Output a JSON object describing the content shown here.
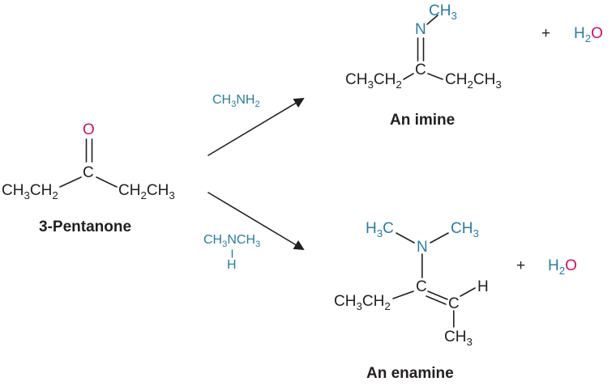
{
  "palette": {
    "teal": "#2A7E9E",
    "magenta": "#CE0F69",
    "ink": "#231F20"
  },
  "reactant": {
    "oxygen": "O",
    "carbon": "C",
    "left_group": "CH3CH2",
    "right_group": "CH2CH3",
    "name": "3-Pentanone"
  },
  "arrows": {
    "top_reagent": "CH3NH2",
    "bottom_reagent": "CH3NCH3",
    "bottom_reagent_h": "H"
  },
  "imine": {
    "methyl": "CH3",
    "nitrogen": "N",
    "carbon": "C",
    "left_group": "CH3CH2",
    "right_group": "CH2CH3",
    "caption": "An imine"
  },
  "imine_byproduct": {
    "plus": "+",
    "water_h": "H2",
    "water_o": "O"
  },
  "enamine": {
    "methyl_left": "H3C",
    "methyl_right": "CH3",
    "nitrogen": "N",
    "carbon1": "C",
    "carbon2": "C",
    "left_group": "CH3CH2",
    "hydrogen": "H",
    "methyl_bottom": "CH3",
    "caption": "An enamine"
  },
  "enamine_byproduct": {
    "plus": "+",
    "water_h": "H2",
    "water_o": "O"
  }
}
